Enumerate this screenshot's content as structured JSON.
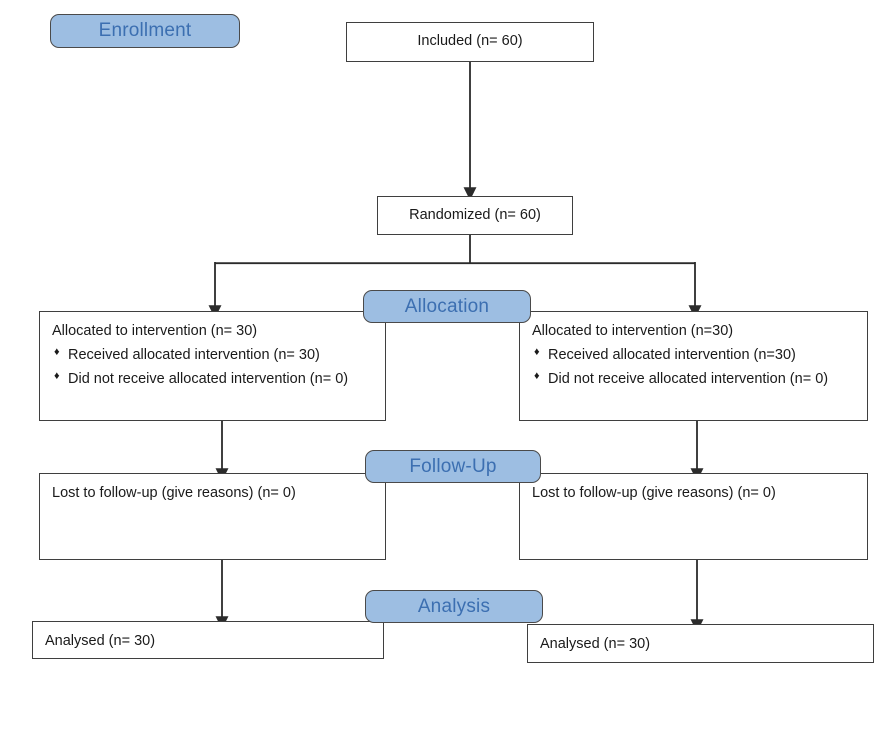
{
  "diagram": {
    "title": "CONSORT participant flow diagram",
    "colors": {
      "pill_fill": "#9DBEE2",
      "pill_text": "#3C6FB1",
      "pill_border": "#4a4a4a",
      "box_border": "#3f3f3f",
      "box_text": "#1a1a1a",
      "connector": "#2b2b2b",
      "background": "#ffffff"
    }
  },
  "stages": {
    "enrollment": "Enrollment",
    "allocation": "Allocation",
    "followup": "Follow-Up",
    "analysis": "Analysis"
  },
  "nodes": {
    "included": "Included (n= 60)",
    "randomized": "Randomized (n= 60)",
    "allocation_left": {
      "heading": "Allocated to intervention (n= 30)",
      "bullets": [
        "Received allocated intervention (n=  30)",
        "Did not receive allocated intervention (n=  0)"
      ]
    },
    "allocation_right": {
      "heading": "Allocated to intervention (n=30)",
      "bullets": [
        "Received allocated intervention (n=30)",
        "Did not receive allocated intervention (n=  0)"
      ]
    },
    "followup_left": "Lost to follow-up (give reasons) (n= 0)",
    "followup_right": "Lost to follow-up (give reasons) (n= 0)",
    "analysis_left": "Analysed (n= 30)",
    "analysis_right": "Analysed (n= 30)"
  }
}
